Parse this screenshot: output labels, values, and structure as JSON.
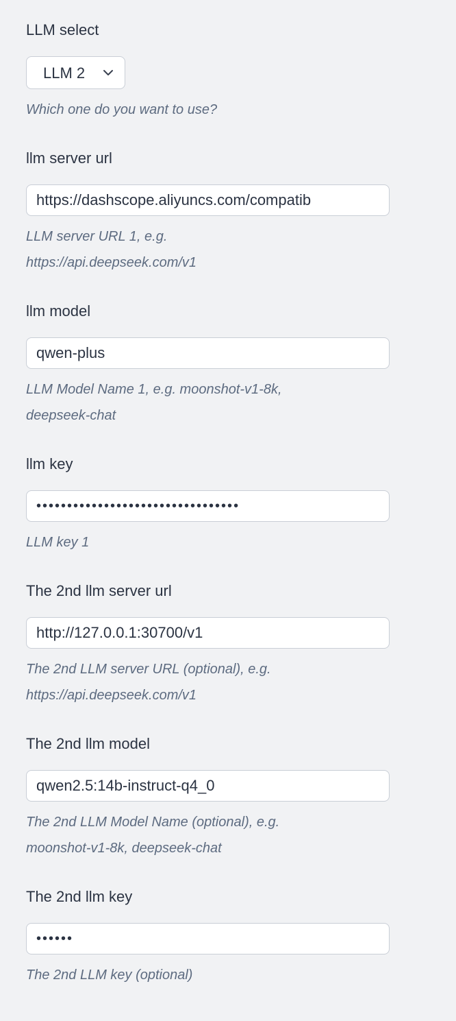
{
  "page": {
    "background_color": "#f1f2f4",
    "input_border_color": "#c9ced6",
    "label_color": "#2b3342",
    "helper_color": "#5d6b80"
  },
  "fields": [
    {
      "label": "LLM select",
      "control": "select",
      "value": "LLM 2",
      "helper_lines": [
        "Which one do you want to use?"
      ]
    },
    {
      "label": "llm server url",
      "control": "text",
      "value": "https://dashscope.aliyuncs.com/compatib",
      "helper_lines": [
        "LLM server URL 1, e.g.",
        "https://api.deepseek.com/v1"
      ]
    },
    {
      "label": "llm model",
      "control": "text",
      "value": "qwen-plus",
      "helper_lines": [
        "LLM Model Name 1, e.g. moonshot-v1-8k,",
        "deepseek-chat"
      ]
    },
    {
      "label": "llm key",
      "control": "password",
      "value": "•••••••••••••••••••••••••••••••••",
      "helper_lines": [
        "LLM key 1"
      ]
    },
    {
      "label": "The 2nd llm server url",
      "control": "text",
      "value": "http://127.0.0.1:30700/v1",
      "helper_lines": [
        "The 2nd LLM server URL (optional), e.g.",
        "https://api.deepseek.com/v1"
      ]
    },
    {
      "label": "The 2nd llm model",
      "control": "text",
      "value": "qwen2.5:14b-instruct-q4_0",
      "helper_lines": [
        "The 2nd LLM Model Name (optional), e.g.",
        "moonshot-v1-8k, deepseek-chat"
      ]
    },
    {
      "label": "The 2nd llm key",
      "control": "password",
      "value": "••••••",
      "helper_lines": [
        "The 2nd LLM key (optional)"
      ]
    }
  ]
}
